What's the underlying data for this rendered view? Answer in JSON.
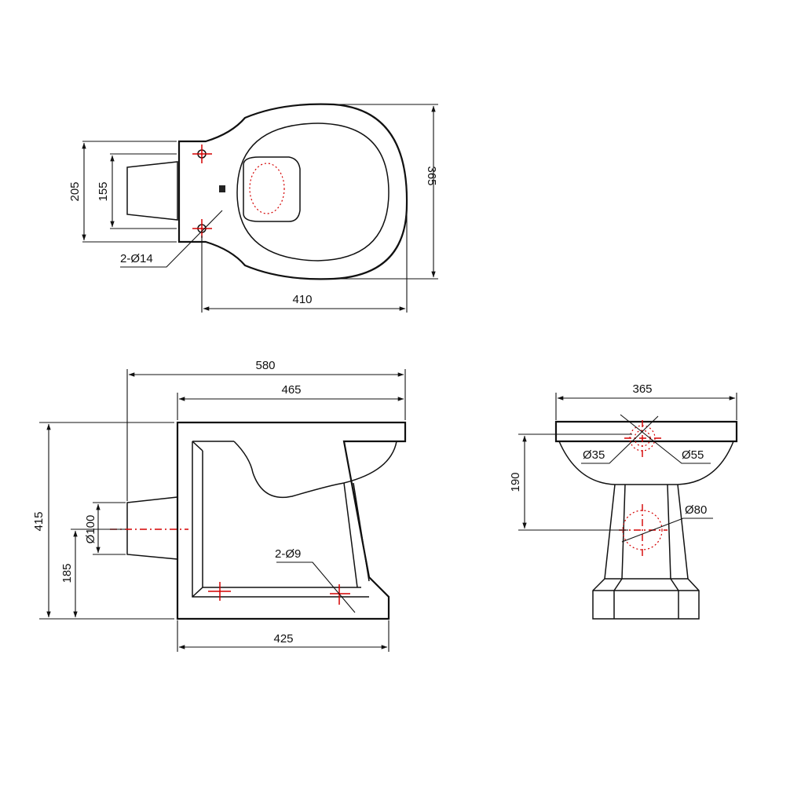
{
  "top_view": {
    "dim_width": "410",
    "dim_depth": "365",
    "dim_outer": "205",
    "dim_inner": "155",
    "holes_label": "2-Ø14"
  },
  "side_view": {
    "dim_overall_length": "580",
    "dim_body_length": "465",
    "dim_base_length": "425",
    "dim_height": "415",
    "dim_outlet_height": "185",
    "outlet_label": "Ø100",
    "holes_label": "2-Ø9"
  },
  "front_view": {
    "dim_width": "365",
    "dim_height": "190",
    "hole_small_label": "Ø35",
    "hole_large_label": "Ø55",
    "outlet_label": "Ø80"
  },
  "colors": {
    "line": "#111111",
    "centerline": "#d40000",
    "background": "#ffffff"
  }
}
